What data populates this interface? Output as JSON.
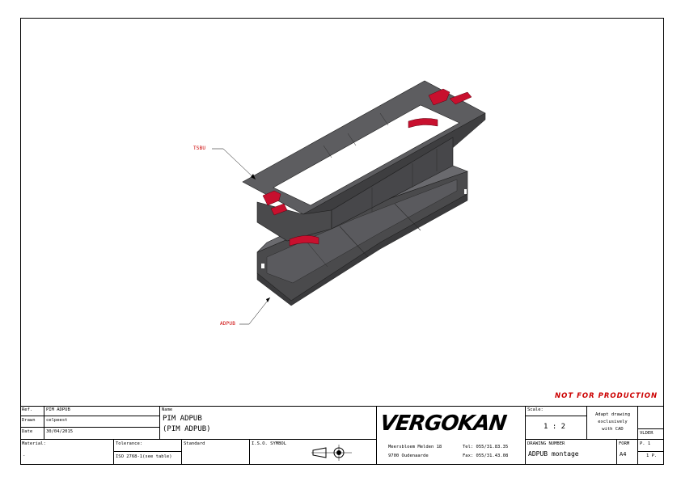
{
  "callouts": {
    "top_label": "TSBU",
    "bottom_label": "ADPUB"
  },
  "stamp": "NOT FOR PRODUCTION",
  "title_block": {
    "ref_label": "Ref.",
    "ref_value": "PIM ADPUB",
    "drawn_label": "Drawn",
    "drawn_value": "celpeest",
    "date_label": "Date",
    "date_value": "30/04/2015",
    "name_label": "Name",
    "name_line1": "PIM ADPUB",
    "name_line2": "(PIM ADPUB)",
    "material_label": "Material:",
    "material_value": "-",
    "tolerance_label": "Tolerance:",
    "tolerance_value": "ISO 2768-1(see table)",
    "standard_label": "Standard",
    "iso_symbol_label": "I.S.O. SYMBOL",
    "company_logo": "VERGOKAN",
    "address_line1": "Meersbloem Melden 18",
    "address_line2": "9700 Oudenaarde",
    "tel": "Tel: 055/31.83.35",
    "fax": "Fax: 055/31.43.08",
    "scale_label": "Scale:",
    "scale_value": "1 : 2",
    "note_line1": "Adapt drawing",
    "note_line2": "exclusively",
    "note_line3": "with CAD",
    "drawing_number_label": "DRAWING NUMBER",
    "drawing_number_value": "ADPUB montage",
    "form_label": "FORM",
    "form_value": "A4",
    "folder_label": "VLDER",
    "page_value": "P. 1",
    "pages_value": "1 P."
  },
  "colors": {
    "part_dark": "#4a4a4c",
    "part_mid": "#5d5d60",
    "part_light": "#747478",
    "accent_red": "#c8102e"
  }
}
